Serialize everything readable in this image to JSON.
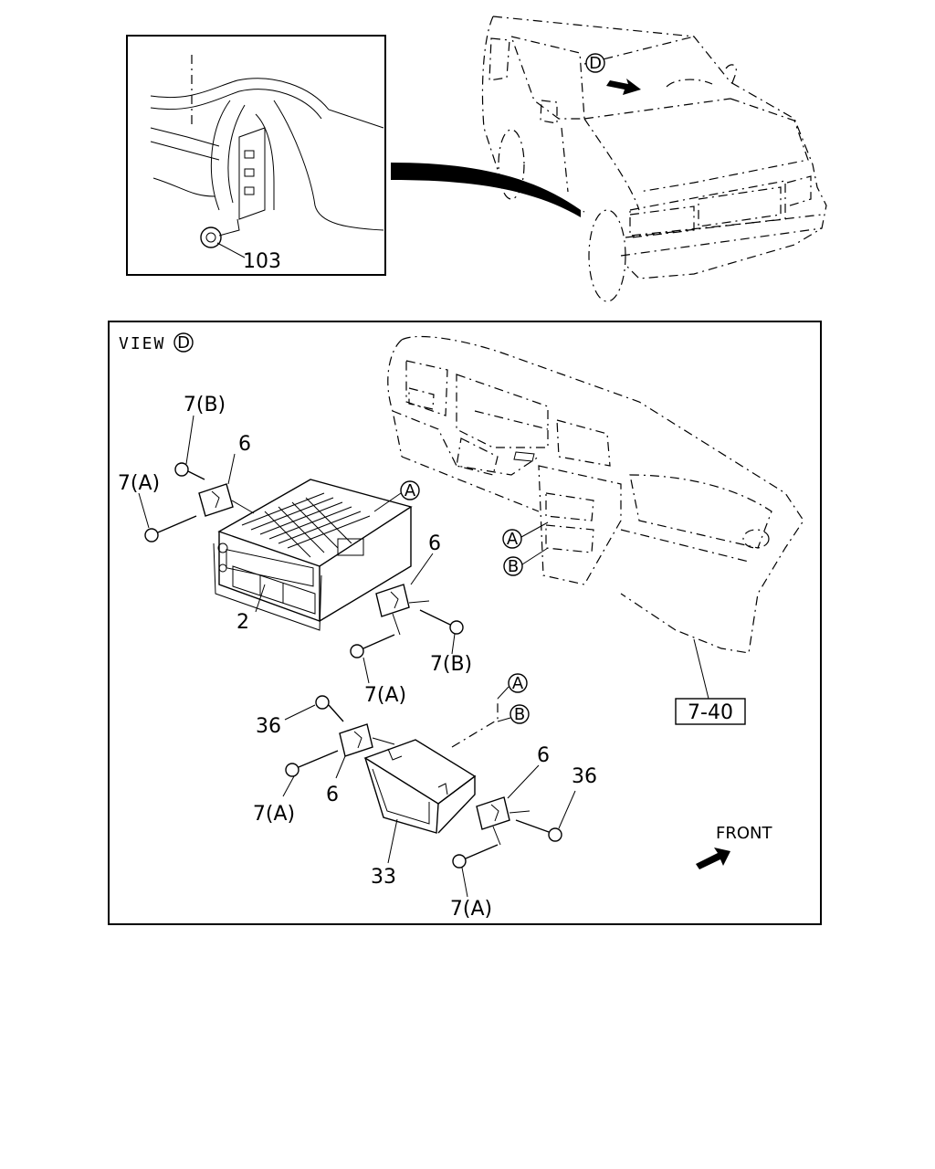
{
  "inset": {
    "callout": "103"
  },
  "vehicle": {
    "view_marker": "D"
  },
  "view_panel": {
    "title": "VIEW",
    "title_marker": "D",
    "ref_box": "7-40",
    "front_label": "FRONT"
  },
  "callouts": {
    "c7b_top": "7(B)",
    "c6_top": "6",
    "c7a_top": "7(A)",
    "c2": "2",
    "cA_radio": "A",
    "c6_mid": "6",
    "c7b_mid": "7(B)",
    "c7a_mid": "7(A)",
    "cA_dash": "A",
    "cB_dash": "B",
    "cA_lower": "A",
    "cB_lower": "B",
    "c36_left": "36",
    "c6_left": "6",
    "c7a_left": "7(A)",
    "c33": "33",
    "c6_right": "6",
    "c36_right": "36",
    "c7a_bottom": "7(A)"
  }
}
